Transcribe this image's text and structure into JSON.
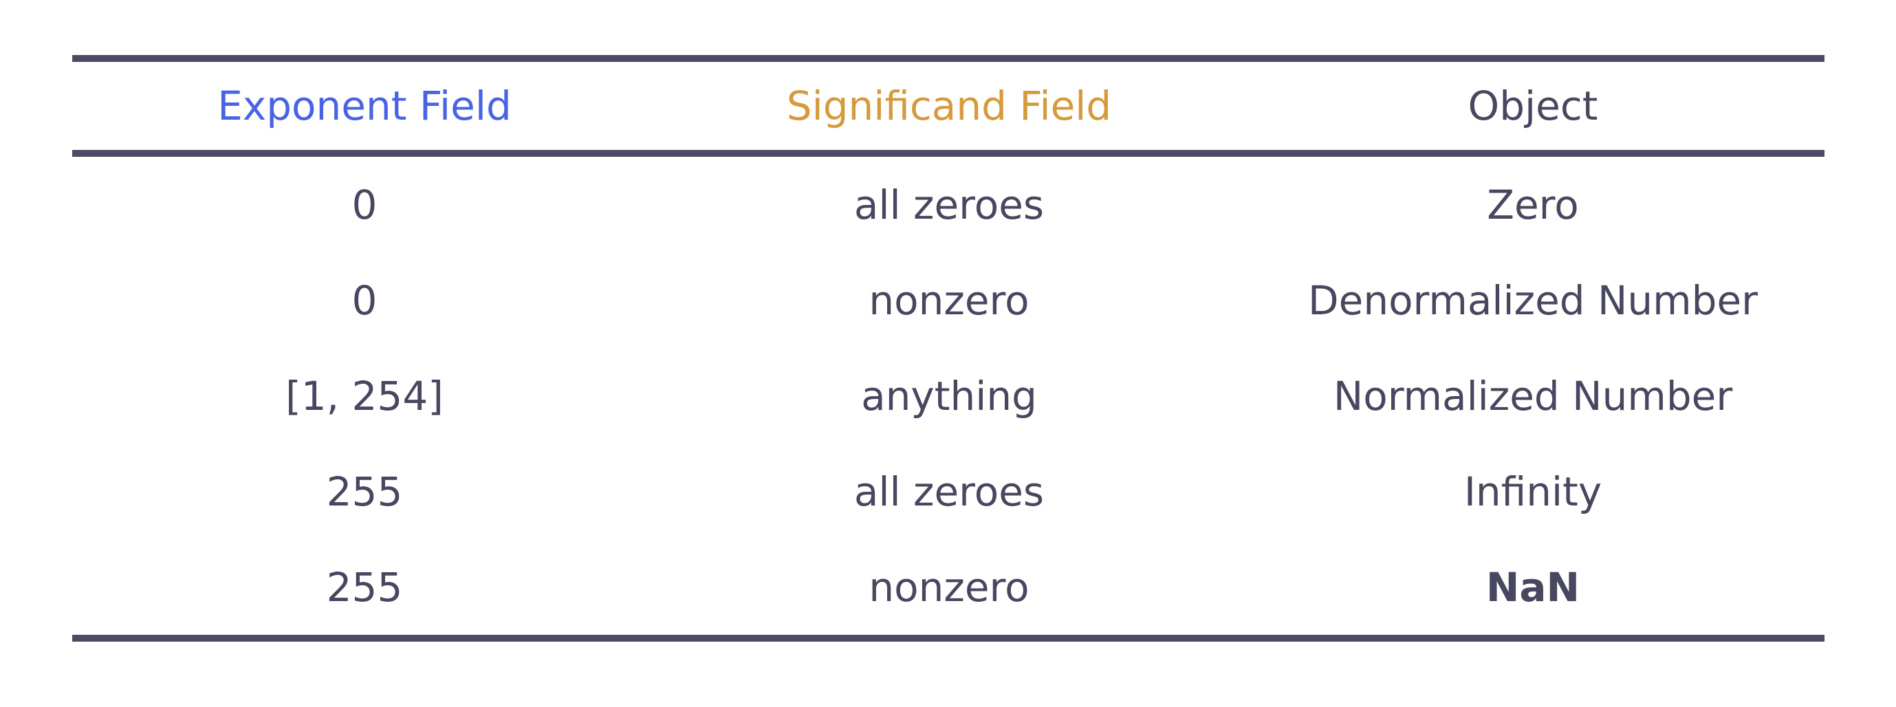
{
  "table": {
    "headers": [
      "Exponent Field",
      "Significand Field",
      "Object"
    ],
    "header_colors": [
      "#4863e3",
      "#d69a3c",
      "#47475f"
    ],
    "rows": [
      [
        "0",
        "all zeroes",
        "Zero"
      ],
      [
        "0",
        "nonzero",
        "Denormalized Number"
      ],
      [
        "[1, 254]",
        "anything",
        "Normalized Number"
      ],
      [
        "255",
        "all zeroes",
        "Infinity"
      ],
      [
        "255",
        "nonzero",
        "NaN"
      ]
    ]
  }
}
